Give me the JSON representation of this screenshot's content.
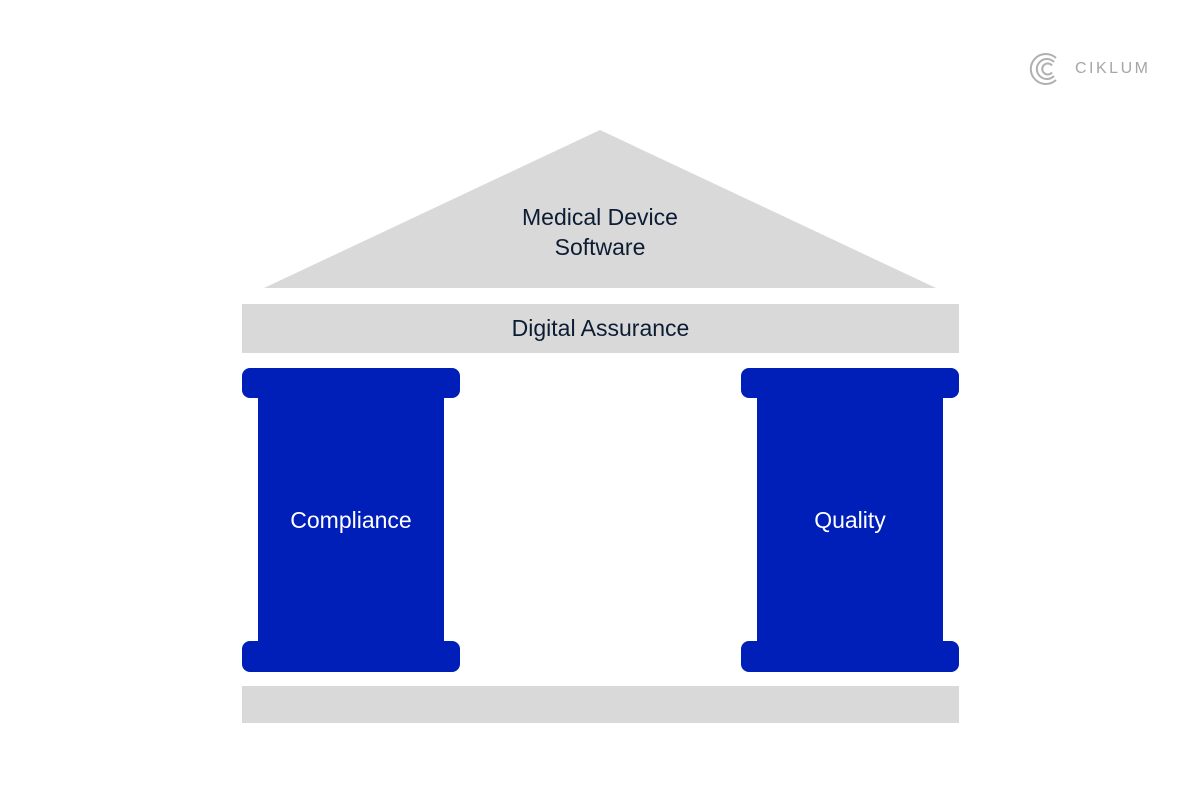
{
  "logo": {
    "icon": "ciklum-c-icon",
    "text": "CIKLUM"
  },
  "diagram": {
    "type": "temple",
    "roof": {
      "label": "Medical Device\nSoftware",
      "line1": "Medical Device",
      "line2": "Software"
    },
    "beam": {
      "label": "Digital Assurance"
    },
    "pillars": [
      {
        "label": "Compliance"
      },
      {
        "label": "Quality"
      }
    ],
    "foundation": {
      "label": ""
    }
  },
  "colors": {
    "pillar": "#001eb8",
    "gray_block": "#d9d9d9",
    "dark_text": "#0c1c33",
    "logo_gray": "#a6a6a6"
  }
}
